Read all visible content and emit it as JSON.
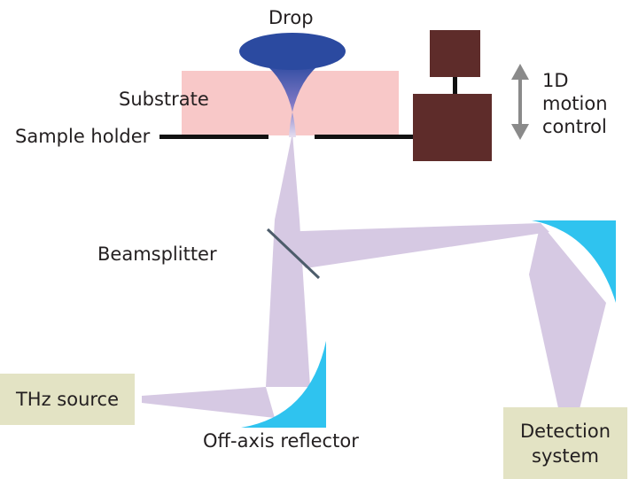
{
  "labels": {
    "drop": "Drop",
    "substrate": "Substrate",
    "sample_holder": "Sample holder",
    "motion_control": "1D\nmotion\ncontrol",
    "motion_control_lines": [
      "1D",
      "motion",
      "control"
    ],
    "beamsplitter": "Beamsplitter",
    "thz_source": "THz source",
    "off_axis_reflector": "Off-axis reflector",
    "detection_system_lines": [
      "Detection",
      "system"
    ]
  },
  "colors": {
    "beam": "#d6c9e3",
    "substrate": "#f8c8c8",
    "drop": "#2b4aa0",
    "reflector": "#2fc3ef",
    "motor": "#5e2c2a",
    "label_box": "#e3e3c4",
    "arrow": "#8a8a8a",
    "text": "#231f20"
  }
}
